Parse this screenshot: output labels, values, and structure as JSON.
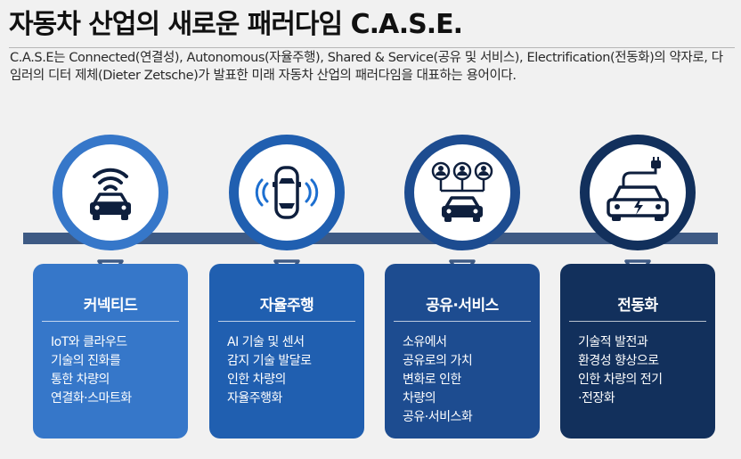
{
  "title": "자동차 산업의 새로운 패러다임 C.A.S.E.",
  "description": "C.A.S.E는 Connected(연결성), Autonomous(자율주행), Shared & Service(공유 및 서비스), Electrification(전동화)의 약자로, 다임러의 디터 제체(Dieter Zetsche)가 발표한 미래 자동차 산업의 패러다임을 대표하는 용어이다.",
  "colors": {
    "connected": "#3677c9",
    "autonomous": "#205fb0",
    "shared": "#1d4c90",
    "electrification": "#12305c",
    "timeline": "#3e5a84"
  },
  "cards": [
    {
      "icon": "connected-car-icon",
      "title": "커넥티드",
      "text": "IoT와 클라우드\n기술의 진화를\n통한 차량의\n연결화·스마트화"
    },
    {
      "icon": "autonomous-car-icon",
      "title": "자율주행",
      "text": "AI 기술 및 센서\n감지 기술 발달로\n인한 차량의\n자율주행화"
    },
    {
      "icon": "shared-car-icon",
      "title": "공유·서비스",
      "text": "소유에서\n공유로의 가치\n변화로 인한\n차량의\n공유·서비스화"
    },
    {
      "icon": "electric-car-icon",
      "title": "전동화",
      "text": "기술적 발전과\n환경성 향상으로\n인한 차량의 전기\n·전장화"
    }
  ]
}
